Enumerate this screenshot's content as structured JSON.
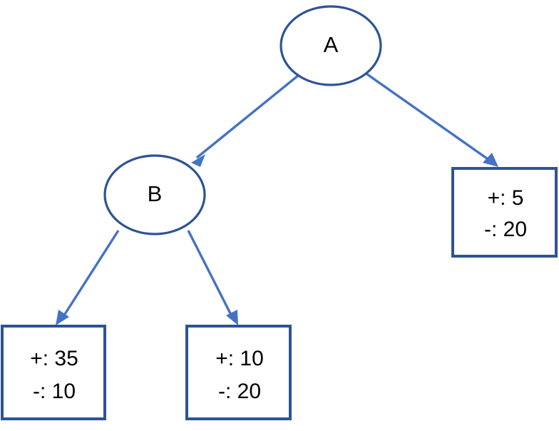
{
  "diagram": {
    "type": "decision-tree",
    "background_color": "#ffffff",
    "node_stroke_color": "#2E5395",
    "edge_color": "#4472C4",
    "text_color": "#000000",
    "nodes": [
      {
        "id": "A",
        "shape": "ellipse",
        "label": "A"
      },
      {
        "id": "B",
        "shape": "ellipse",
        "label": "B"
      },
      {
        "id": "leaf_right",
        "shape": "rectangle",
        "line1": "+: 5",
        "line2": "-: 20"
      },
      {
        "id": "leaf_bottom_left",
        "shape": "rectangle",
        "line1": "+: 35",
        "line2": "-: 10"
      },
      {
        "id": "leaf_bottom_middle",
        "shape": "rectangle",
        "line1": "+: 10",
        "line2": "-: 20"
      }
    ],
    "edges": [
      {
        "from": "A",
        "to": "B",
        "label": ""
      },
      {
        "from": "A",
        "to": "leaf_right",
        "label": ""
      },
      {
        "from": "B",
        "to": "leaf_bottom_left",
        "label": ""
      },
      {
        "from": "B",
        "to": "leaf_bottom_middle",
        "label": ""
      }
    ]
  }
}
